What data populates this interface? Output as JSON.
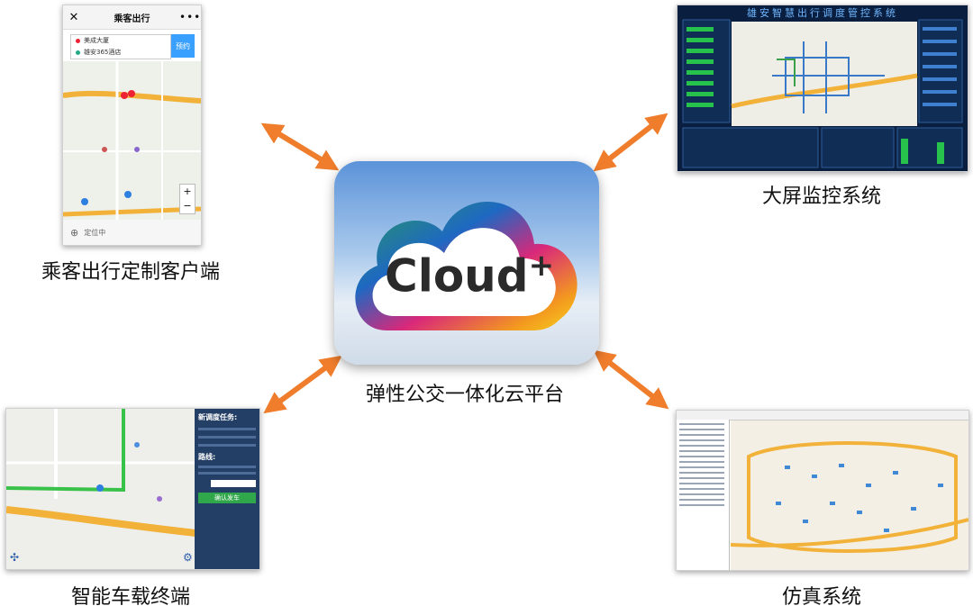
{
  "center": {
    "logo_text": "Cloud",
    "logo_plus": "+",
    "label": "弹性公交一体化云平台"
  },
  "nodes": {
    "passenger": {
      "label": "乘客出行定制客户端",
      "app_title": "乘客出行",
      "from": "美成大厦",
      "to": "雄安365酒店",
      "book_button": "预约",
      "status": "定位中"
    },
    "monitor": {
      "label": "大屏监控系统",
      "screen_title": "雄安智慧出行调度管控系统"
    },
    "terminal": {
      "label": "智能车载终端",
      "panel_title": "新调度任务:",
      "route_title": "路线:",
      "confirm_button": "确认发车"
    },
    "simulation": {
      "label": "仿真系统"
    }
  },
  "colors": {
    "arrow": "#ef7d2c",
    "road_orange": "#f2b23a",
    "route_green": "#39c24a",
    "panel_blue": "#243f66",
    "screen_bg": "#0a1f3f"
  },
  "icons": [
    "close-icon",
    "more-icon",
    "locate-icon",
    "map-pin-icon",
    "settings-icon",
    "compass-icon"
  ]
}
